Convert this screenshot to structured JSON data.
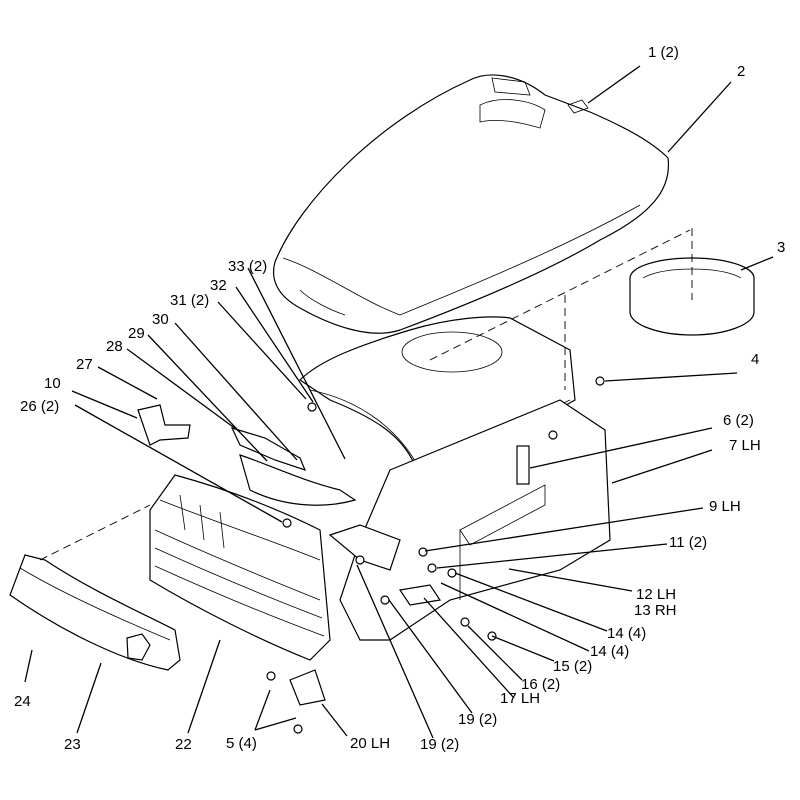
{
  "callouts": [
    {
      "id": "c1",
      "text": "1 (2)"
    },
    {
      "id": "c2",
      "text": "2"
    },
    {
      "id": "c3",
      "text": "3"
    },
    {
      "id": "c4",
      "text": "4"
    },
    {
      "id": "c6",
      "text": "6 (2)"
    },
    {
      "id": "c7",
      "text": "7 LH"
    },
    {
      "id": "c9",
      "text": "9 LH"
    },
    {
      "id": "c11",
      "text": "11 (2)"
    },
    {
      "id": "c12",
      "text": "12 LH"
    },
    {
      "id": "c13",
      "text": "13 RH"
    },
    {
      "id": "c14a",
      "text": "14 (4)"
    },
    {
      "id": "c14b",
      "text": "14 (4)"
    },
    {
      "id": "c15",
      "text": "15 (2)"
    },
    {
      "id": "c16",
      "text": "16 (2)"
    },
    {
      "id": "c17",
      "text": "17 LH"
    },
    {
      "id": "c19a",
      "text": "19 (2)"
    },
    {
      "id": "c19b",
      "text": "19 (2)"
    },
    {
      "id": "c20",
      "text": "20 LH"
    },
    {
      "id": "c5",
      "text": "5 (4)"
    },
    {
      "id": "c22",
      "text": "22"
    },
    {
      "id": "c23",
      "text": "23"
    },
    {
      "id": "c24",
      "text": "24"
    },
    {
      "id": "c10",
      "text": "10"
    },
    {
      "id": "c26",
      "text": "26 (2)"
    },
    {
      "id": "c27",
      "text": "27"
    },
    {
      "id": "c28",
      "text": "28"
    },
    {
      "id": "c29",
      "text": "29"
    },
    {
      "id": "c30",
      "text": "30"
    },
    {
      "id": "c31",
      "text": "31 (2)"
    },
    {
      "id": "c32",
      "text": "32"
    },
    {
      "id": "c33",
      "text": "33 (2)"
    }
  ]
}
